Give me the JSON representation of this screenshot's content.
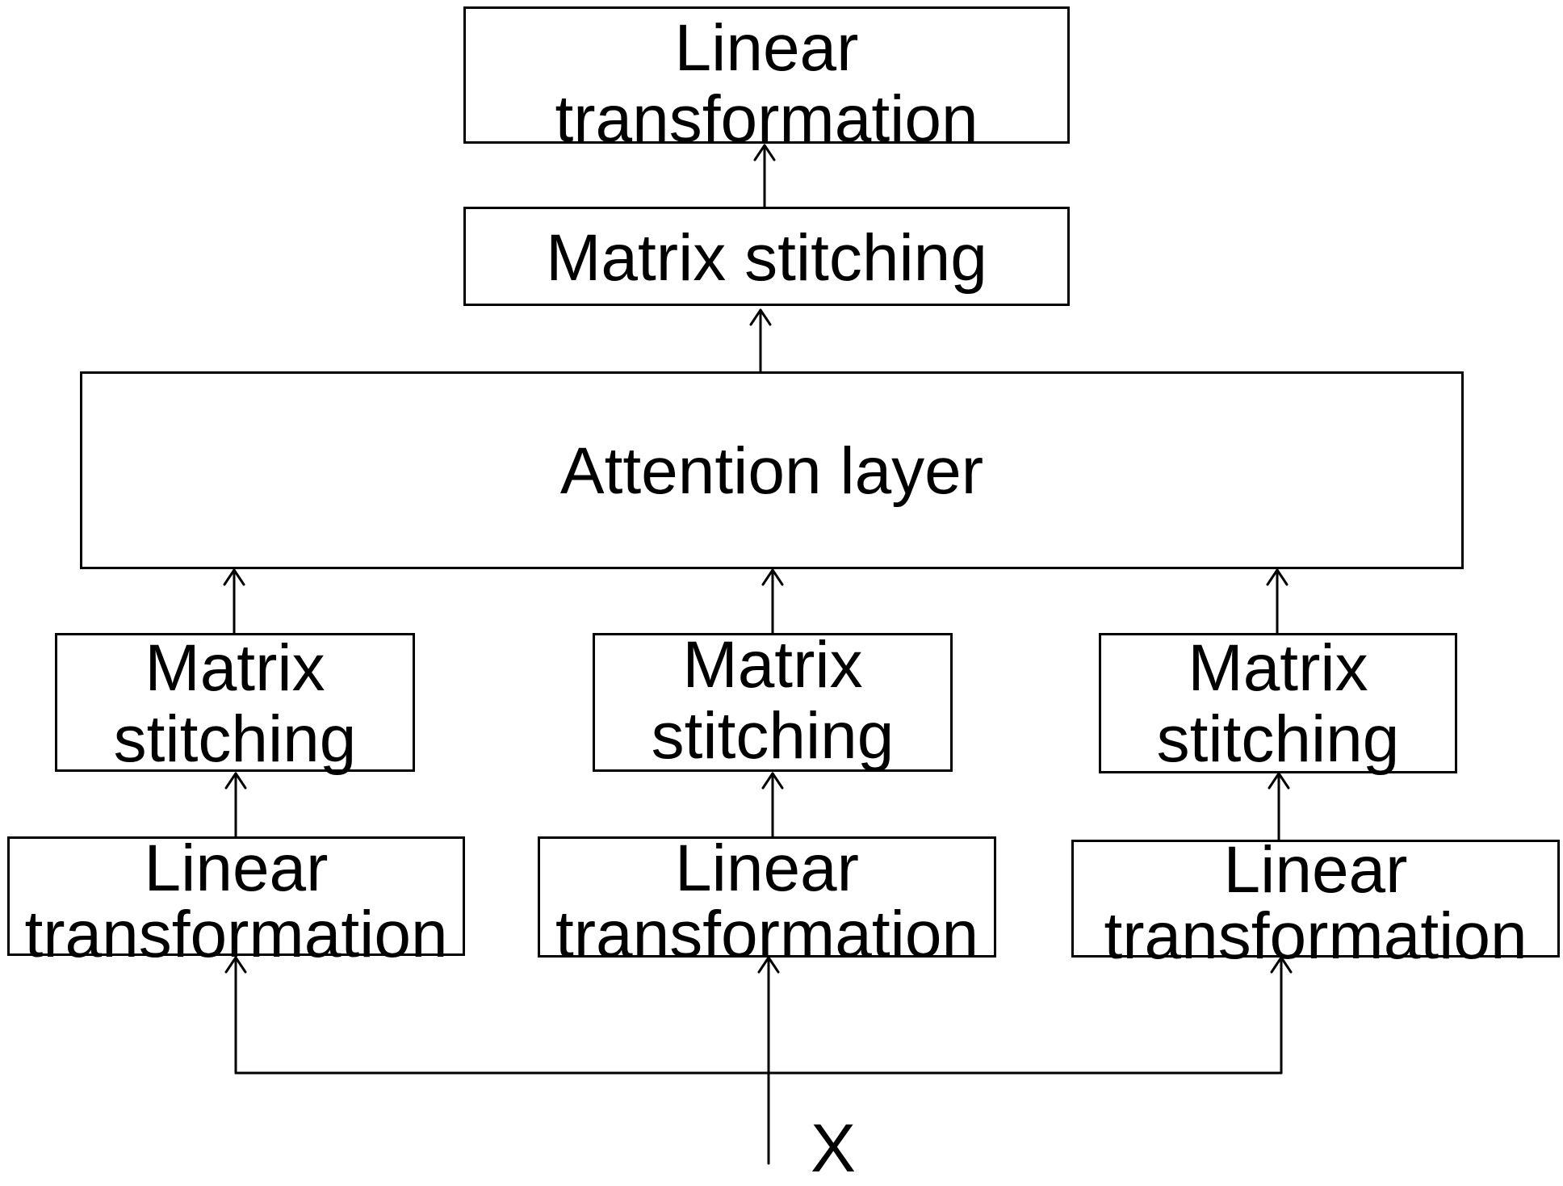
{
  "nodes": {
    "top_linear": {
      "line1": "Linear",
      "line2": "transformation"
    },
    "top_stitching": {
      "label": "Matrix stitching"
    },
    "attention": {
      "label": "Attention layer"
    },
    "branches": [
      {
        "stitching": {
          "line1": "Matrix",
          "line2": "stitching"
        },
        "linear": {
          "line1": "Linear",
          "line2": "transformation"
        }
      },
      {
        "stitching": {
          "line1": "Matrix",
          "line2": "stitching"
        },
        "linear": {
          "line1": "Linear",
          "line2": "transformation"
        }
      },
      {
        "stitching": {
          "line1": "Matrix",
          "line2": "stitching"
        },
        "linear": {
          "line1": "Linear",
          "line2": "transformation"
        }
      }
    ],
    "input": {
      "label": "X"
    }
  },
  "colors": {
    "stroke": "#000000",
    "background": "#ffffff"
  }
}
